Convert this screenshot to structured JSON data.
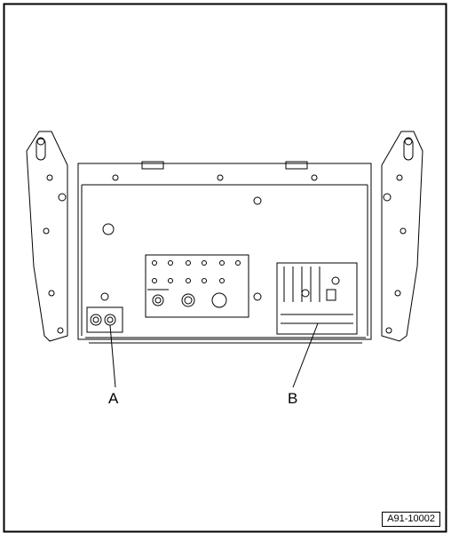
{
  "callouts": {
    "a": {
      "label": "A"
    },
    "b": {
      "label": "B"
    }
  },
  "figure_ref": "A91-10002",
  "colors": {
    "line": "#000000",
    "background": "#ffffff"
  }
}
